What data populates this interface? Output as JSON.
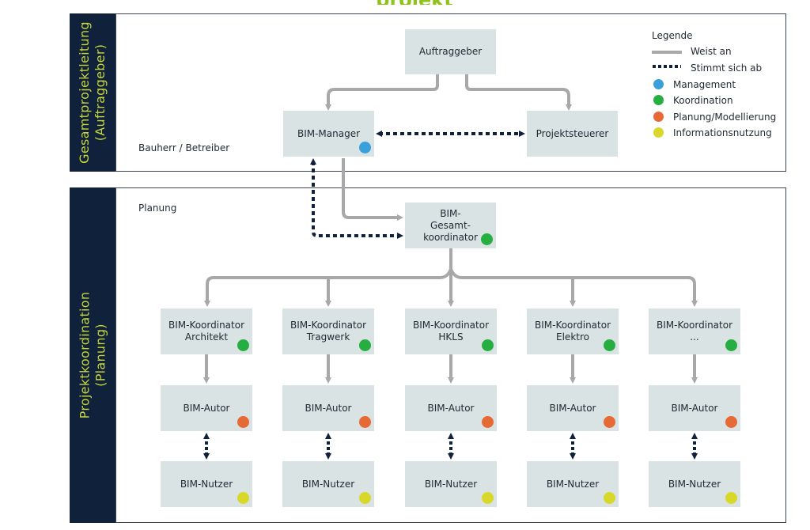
{
  "top_fragment": "projekt",
  "section_top": {
    "band_label_line1": "Gesamtprojektleitung",
    "band_label_line2": "(Auftraggeber)",
    "zone_label": "Bauherr / Betreiber",
    "nodes": {
      "auftraggeber": "Auftraggeber",
      "bim_manager": "BIM-Manager",
      "projektsteuerer": "Projektsteuerer"
    }
  },
  "section_bottom": {
    "band_label_line1": "Projektkoordination",
    "band_label_line2": "(Planung)",
    "zone_label": "Planung",
    "gesamtkoordinator": [
      "BIM-",
      "Gesamt-",
      "koordinator"
    ],
    "columns": [
      {
        "koordinator": [
          "BIM-Koordinator",
          "Architekt"
        ],
        "autor": "BIM-Autor",
        "nutzer": "BIM-Nutzer"
      },
      {
        "koordinator": [
          "BIM-Koordinator",
          "Tragwerk"
        ],
        "autor": "BIM-Autor",
        "nutzer": "BIM-Nutzer"
      },
      {
        "koordinator": [
          "BIM-Koordinator",
          "HKLS"
        ],
        "autor": "BIM-Autor",
        "nutzer": "BIM-Nutzer"
      },
      {
        "koordinator": [
          "BIM-Koordinator",
          "Elektro"
        ],
        "autor": "BIM-Autor",
        "nutzer": "BIM-Nutzer"
      },
      {
        "koordinator": [
          "BIM-Koordinator",
          "..."
        ],
        "autor": "BIM-Autor",
        "nutzer": "BIM-Nutzer"
      }
    ]
  },
  "legend": {
    "title": "Legende",
    "line_items": [
      {
        "label": "Weist an",
        "style": "solid"
      },
      {
        "label": "Stimmt sich ab",
        "style": "dotted"
      }
    ],
    "dot_items": [
      {
        "label": "Management",
        "color": "#3aa0dc"
      },
      {
        "label": "Koordination",
        "color": "#27ae40"
      },
      {
        "label": "Planung/Modellierung",
        "color": "#e66a35"
      },
      {
        "label": "Informationsnutzung",
        "color": "#d9d82a"
      }
    ]
  },
  "colors": {
    "band_bg": "#10213b",
    "band_text": "#c6d63a",
    "box_bg": "#d9e3e3",
    "arrow_solid": "#a8a8a8",
    "arrow_dotted": "#10213b",
    "management": "#3aa0dc",
    "koordination": "#27ae40",
    "planung": "#e66a35",
    "information": "#d9d82a"
  }
}
